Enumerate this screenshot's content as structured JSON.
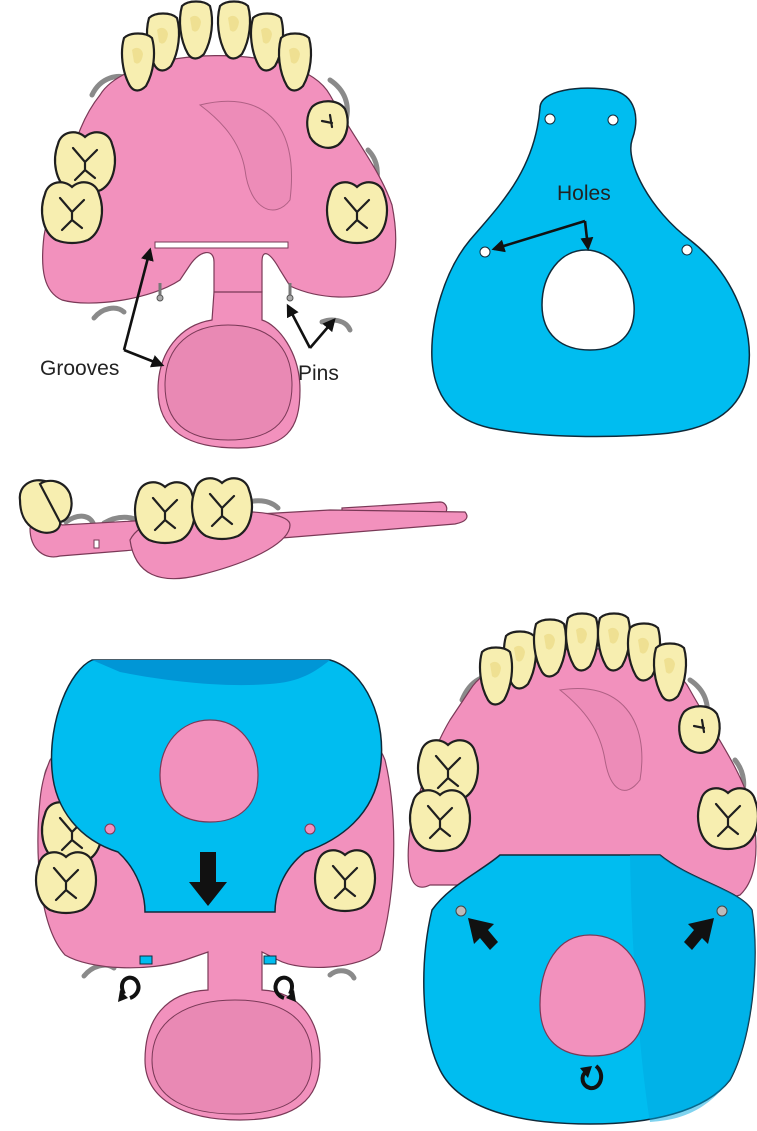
{
  "labels": {
    "grooves": "Grooves",
    "pins": "Pins",
    "holes": "Holes"
  },
  "colors": {
    "appliance_acrylic": "#f291bd",
    "shield_plate": "#00bdf0",
    "teeth": "#f7eeb0",
    "wire_clasps": "#8a8a8a"
  },
  "icons": {
    "push_arrow": "down-arrow-icon",
    "rotate_arrows": "curved-arrow-icon",
    "fit_arrows": "diagonal-arrow-icon"
  }
}
